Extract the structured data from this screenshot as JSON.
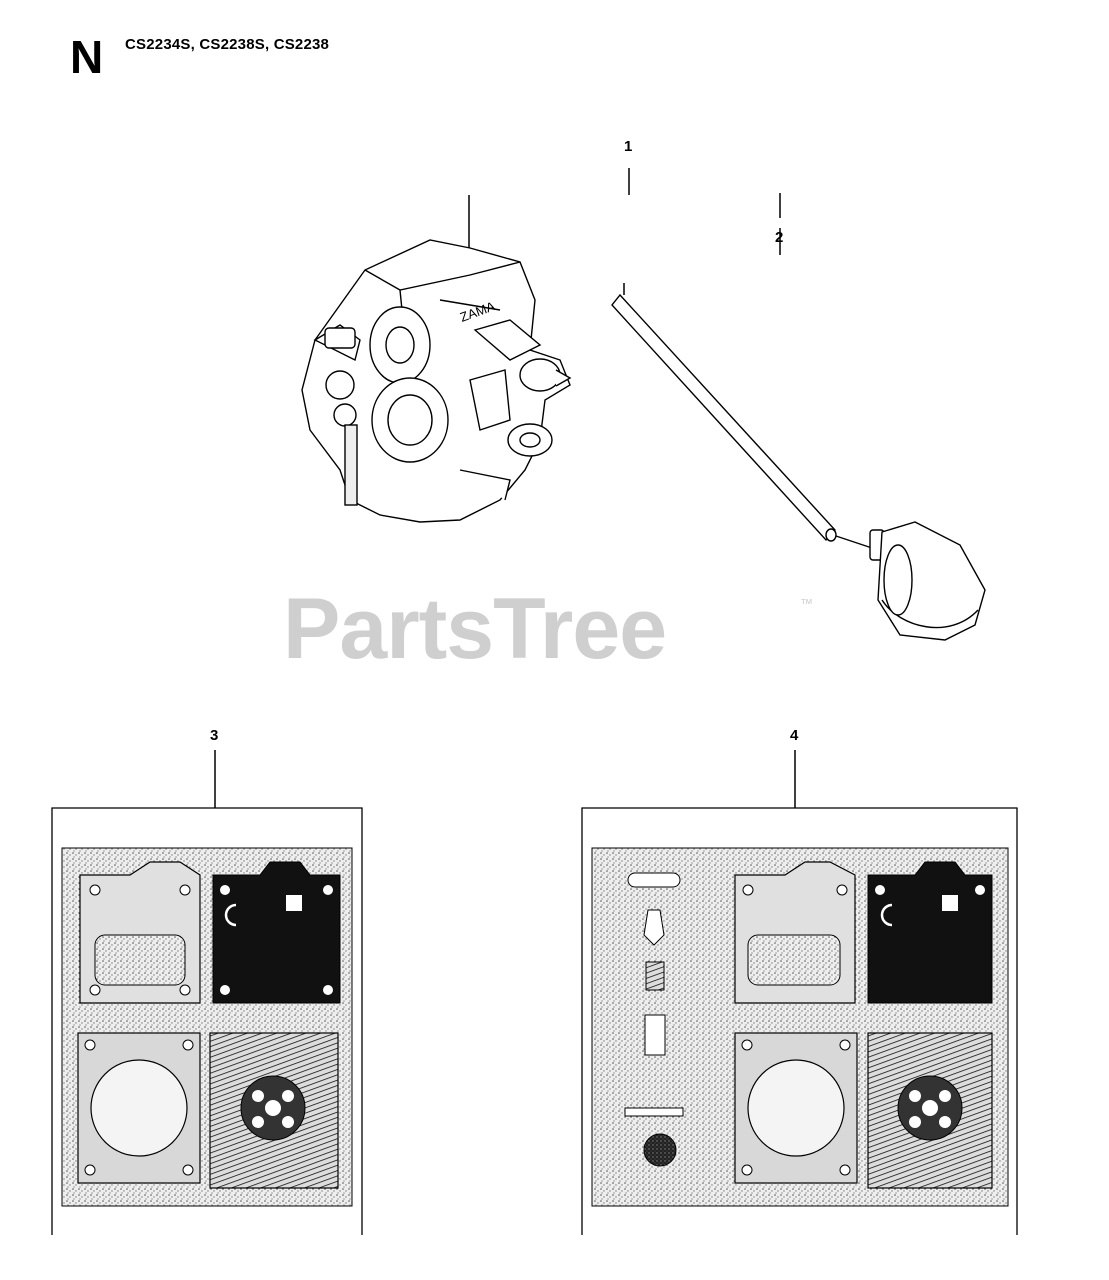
{
  "header": {
    "section_letter": "N",
    "models": "CS2234S, CS2238S, CS2238"
  },
  "callouts": [
    {
      "id": "1",
      "label": "1"
    },
    {
      "id": "2",
      "label": "2"
    },
    {
      "id": "3",
      "label": "3"
    },
    {
      "id": "4",
      "label": "4"
    }
  ],
  "watermark": {
    "text": "PartsTree",
    "trademark": "™",
    "color": "#cfcfcf"
  },
  "colors": {
    "line": "#000000",
    "panel_fill": "#e6e6e6",
    "gasket_dark": "#111111"
  }
}
